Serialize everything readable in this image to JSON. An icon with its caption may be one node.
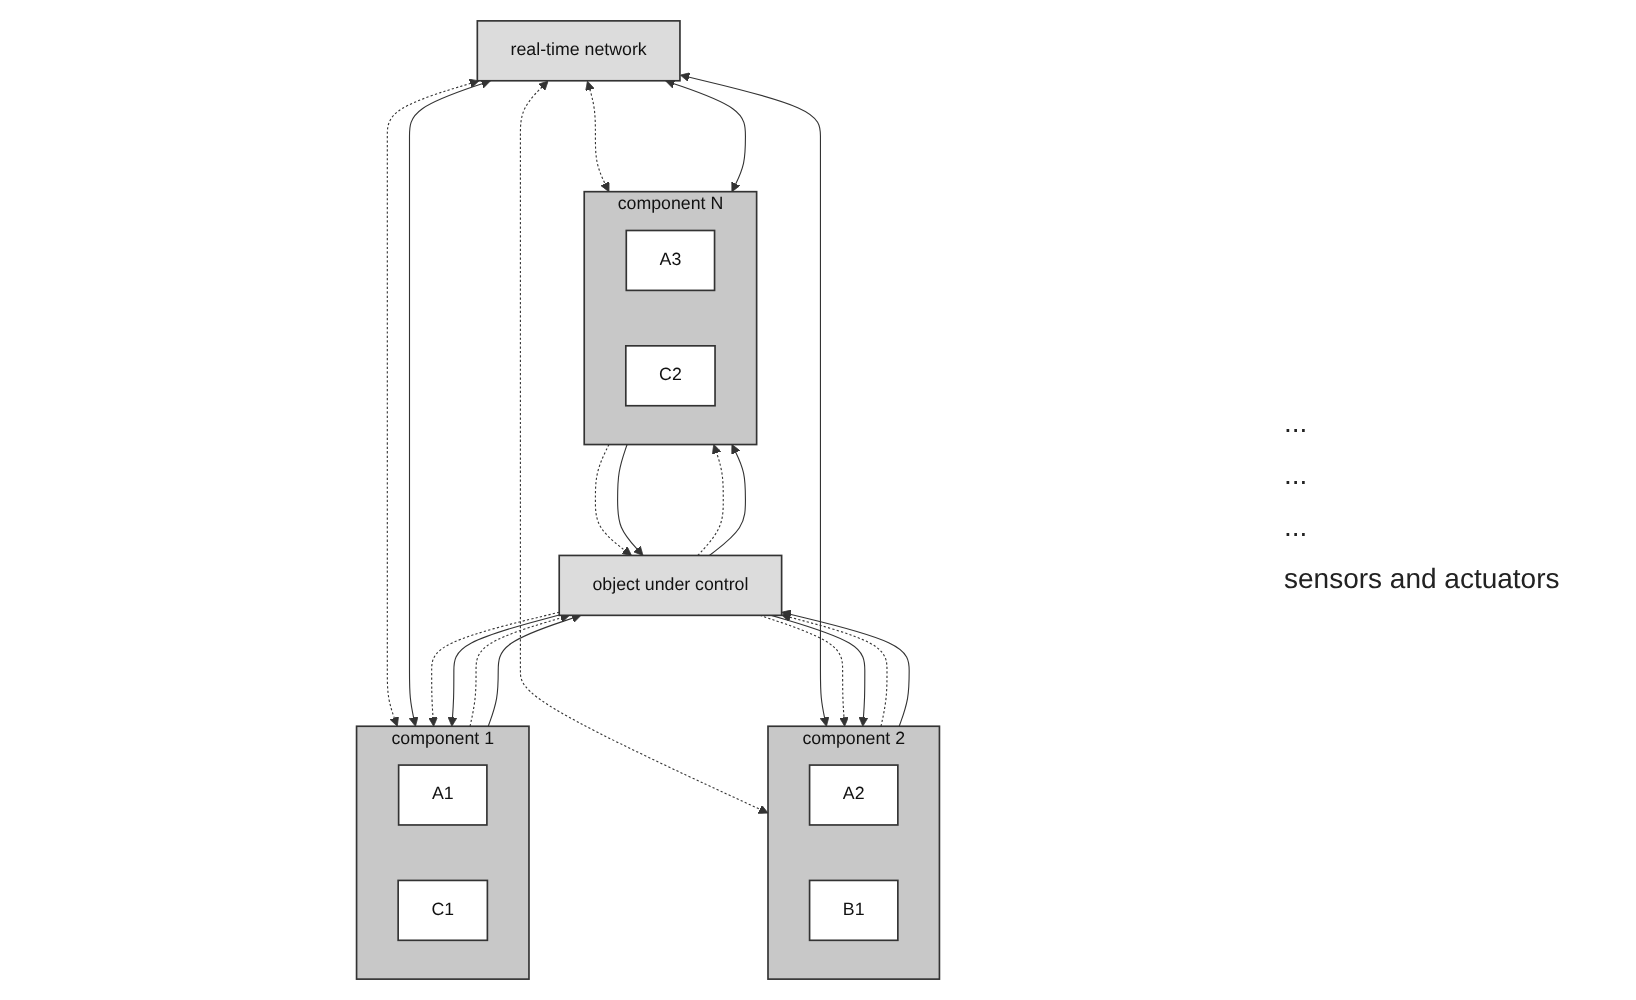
{
  "diagram": {
    "nodes": [
      {
        "text": [
          "real-time network"
        ]
      },
      {
        "text": [
          "component 1"
        ]
      },
      {
        "text": [
          "A1"
        ],
        "in": 1
      },
      {
        "text": [
          "C1"
        ],
        "in": 1
      },
      {
        "text": [
          "component 2"
        ]
      },
      {
        "text": [
          "A2"
        ],
        "in": 4
      },
      {
        "text": [
          "B1"
        ],
        "in": 4
      },
      {
        "text": [
          "component N"
        ]
      },
      {
        "text": [
          "A3"
        ],
        "in": 7
      },
      {
        "text": [
          "C2"
        ],
        "in": 7
      },
      {
        "text": [
          "object under control"
        ]
      }
    ],
    "edges": [
      {
        "from": 0,
        "to": 1,
        "arrow": "both",
        "style": "dashed"
      },
      {
        "from": 0,
        "to": 1,
        "arrow": "both"
      },
      {
        "from": 0,
        "to": 4,
        "arrow": "both",
        "style": "dashed"
      },
      {
        "from": 0,
        "to": 4,
        "arrow": "both"
      },
      {
        "from": 0,
        "to": 7,
        "arrow": "both",
        "style": "dashed"
      },
      {
        "from": 0,
        "to": 7,
        "arrow": "both"
      },
      {
        "from": 1,
        "to": 10,
        "arrow": "to",
        "style": "dashed"
      },
      {
        "from": 10,
        "to": 1,
        "arrow": "to",
        "style": "dashed"
      },
      {
        "from": 1,
        "to": 10,
        "arrow": "to"
      },
      {
        "from": 10,
        "to": 1,
        "arrow": "to"
      },
      {
        "from": 4,
        "to": 10,
        "arrow": "to",
        "style": "dashed"
      },
      {
        "from": 10,
        "to": 4,
        "arrow": "to",
        "style": "dashed"
      },
      {
        "from": 4,
        "to": 10,
        "arrow": "to"
      },
      {
        "from": 10,
        "to": 4,
        "arrow": "to"
      },
      {
        "from": 7,
        "to": 10,
        "arrow": "to",
        "style": "dashed"
      },
      {
        "from": 10,
        "to": 7,
        "arrow": "to",
        "style": "dashed"
      },
      {
        "from": 7,
        "to": 10,
        "arrow": "to"
      },
      {
        "from": 10,
        "to": 7,
        "arrow": "to"
      }
    ],
    "labels": [
      "...",
      "...",
      "...",
      "sensors and actuators"
    ]
  }
}
